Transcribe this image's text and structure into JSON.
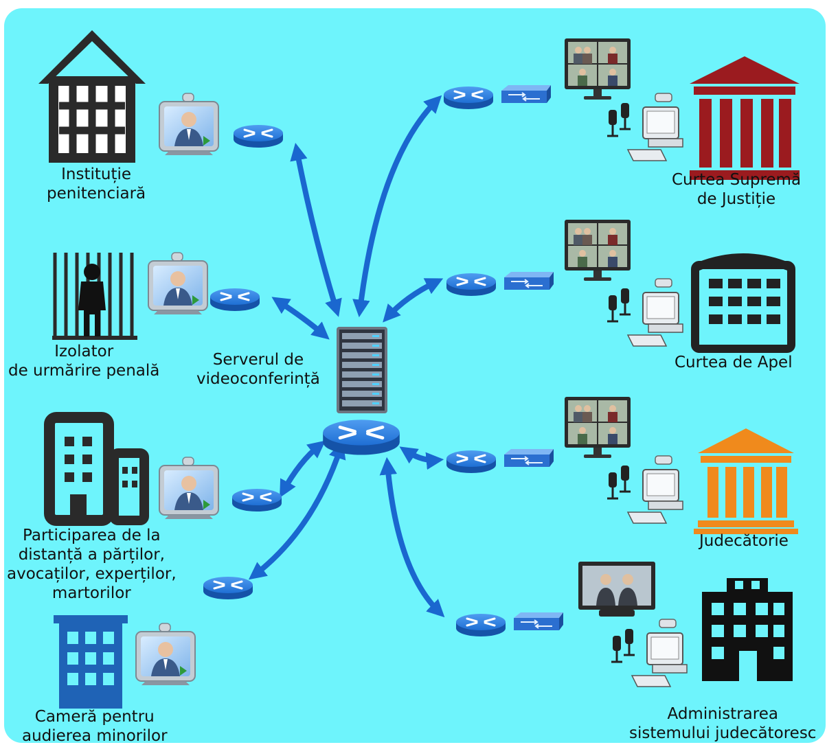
{
  "server": {
    "line1": "Serverul de",
    "line2": "videoconferință"
  },
  "left_nodes": [
    {
      "lines": [
        "Instituție",
        "penitenciară"
      ]
    },
    {
      "lines": [
        "Izolator",
        "de urmărire penală"
      ]
    },
    {
      "lines": [
        "Participarea de la",
        "distanță a părților,",
        "avocaților, experților,",
        "martorilor"
      ]
    },
    {
      "lines": [
        "Cameră pentru",
        "audierea minorilor"
      ]
    }
  ],
  "right_nodes": [
    {
      "lines": [
        "Curtea Supremă",
        "de Justiție"
      ]
    },
    {
      "lines": [
        "Curtea de Apel"
      ]
    },
    {
      "lines": [
        "Judecătorie"
      ]
    },
    {
      "lines": [
        "Administrarea",
        "sistemului judecătoresc"
      ]
    }
  ],
  "colors": {
    "background": "#6ef4fc",
    "arrow": "#1a67cf",
    "router": "#2f7fe3",
    "supreme_court": "#9b1b1f",
    "court_of_appeal": "#222222",
    "district_court": "#f08a1c",
    "administration": "#111111",
    "icon_dark": "#2a2a2a",
    "minors_building": "#1f63b6"
  }
}
